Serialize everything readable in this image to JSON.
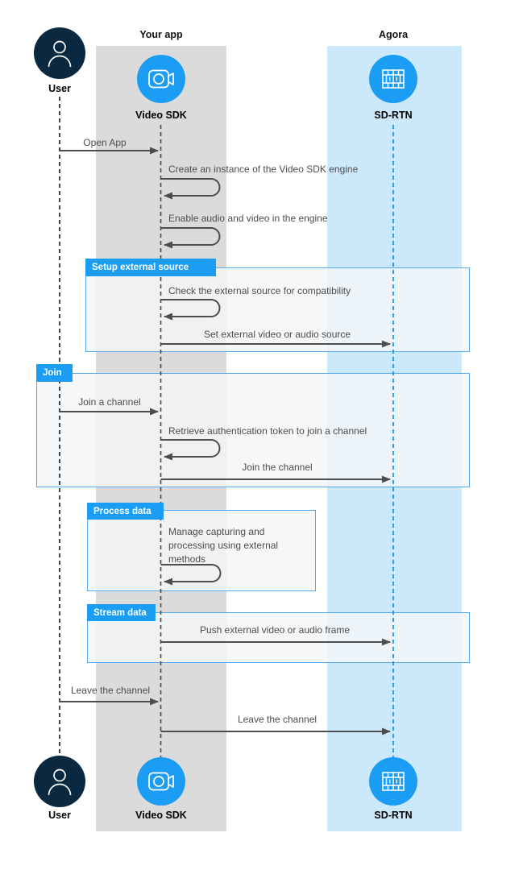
{
  "diagram": {
    "headers": {
      "your_app": "Your app",
      "agora": "Agora"
    },
    "actors": {
      "user": {
        "label": "User"
      },
      "video_sdk": {
        "label": "Video SDK"
      },
      "sd_rtn": {
        "label": "SD-RTN"
      }
    },
    "frames": [
      {
        "title": "Setup external source"
      },
      {
        "title": "Join"
      },
      {
        "title": "Process data"
      },
      {
        "title": "Stream data"
      }
    ],
    "messages": {
      "open_app": "Open App",
      "create_instance": "Create an instance of the Video SDK engine",
      "enable_av": "Enable audio and video in the engine",
      "check_source": "Check the external source for compatibility",
      "set_external": "Set external video or audio source",
      "join_a_channel": "Join a channel",
      "retrieve_token": "Retrieve authentication token to join a channel",
      "join_the_channel": "Join the channel",
      "manage_capturing": "Manage capturing and processing using external methods",
      "push_frame": "Push external video or audio frame",
      "leave_user": "Leave the channel",
      "leave_sdk": "Leave the channel"
    },
    "colors": {
      "accent_blue": "#1b9df3",
      "dark_navy": "#0a2940",
      "gray_column": "#dbdbdb",
      "blue_column": "#cce9fb",
      "frame_border": "#54a9ef",
      "arrow_gray": "#4d4d4d"
    }
  }
}
